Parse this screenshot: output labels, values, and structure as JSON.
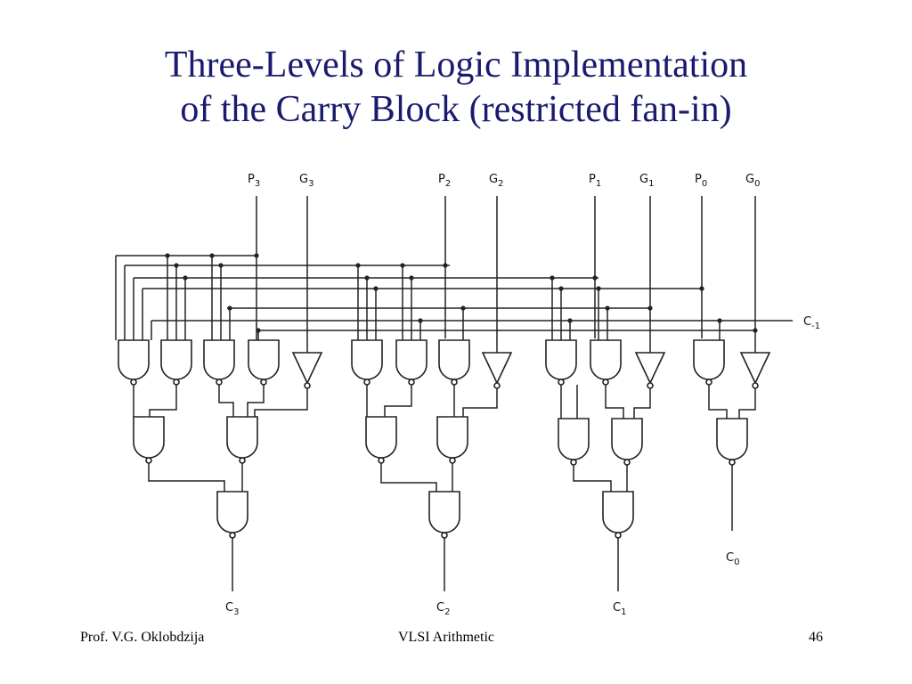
{
  "slide": {
    "title_line1": "Three-Levels of Logic Implementation",
    "title_line2": "of the Carry Block (restricted fan-in)"
  },
  "diagram": {
    "inputs": [
      {
        "base": "P",
        "sub": "3"
      },
      {
        "base": "G",
        "sub": "3"
      },
      {
        "base": "P",
        "sub": "2"
      },
      {
        "base": "G",
        "sub": "2"
      },
      {
        "base": "P",
        "sub": "1"
      },
      {
        "base": "G",
        "sub": "1"
      },
      {
        "base": "P",
        "sub": "0"
      },
      {
        "base": "G",
        "sub": "0"
      }
    ],
    "carry_in": {
      "base": "C",
      "sub": "-1"
    },
    "outputs": [
      {
        "base": "C",
        "sub": "3"
      },
      {
        "base": "C",
        "sub": "2"
      },
      {
        "base": "C",
        "sub": "1"
      },
      {
        "base": "C",
        "sub": "0"
      }
    ]
  },
  "footer": {
    "author": "Prof. V.G. Oklobdzija",
    "course": "VLSI Arithmetic",
    "page": "46"
  }
}
